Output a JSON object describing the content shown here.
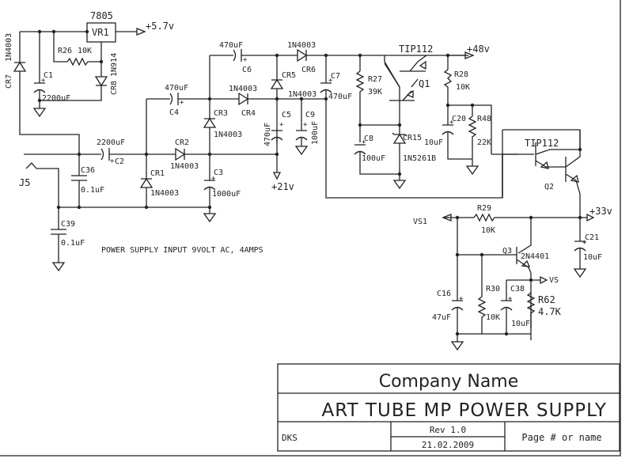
{
  "components": {
    "vr1": {
      "ref": "VR1",
      "part": "7805"
    },
    "r26": {
      "ref": "R26",
      "value": "10K"
    },
    "cr7": {
      "ref": "CR7",
      "part": "1N4003"
    },
    "cr8": {
      "ref": "CR8",
      "part": "1N914"
    },
    "c1": {
      "ref": "C1",
      "value": "2200uF"
    },
    "c4": {
      "ref": "C4",
      "value": "470uF"
    },
    "c6": {
      "ref": "C6",
      "value": "470uF"
    },
    "cr6": {
      "ref": "CR6",
      "part": "1N4003"
    },
    "cr5": {
      "ref": "CR5",
      "part": "1N4003"
    },
    "cr4": {
      "ref": "CR4",
      "part": "1N4003"
    },
    "cr3": {
      "ref": "CR3",
      "part": "1N4003"
    },
    "c7": {
      "ref": "C7",
      "value": "470uF"
    },
    "c5": {
      "ref": "C5",
      "value": "470uF"
    },
    "c9": {
      "ref": "C9",
      "value": "100uF"
    },
    "c2": {
      "ref": "C2",
      "value": "2200uF"
    },
    "cr2": {
      "ref": "CR2",
      "part": "1N4003"
    },
    "cr1": {
      "ref": "CR1",
      "part": "1N4003"
    },
    "c3": {
      "ref": "C3",
      "value": "1000uF"
    },
    "c36": {
      "ref": "C36",
      "value": "0.1uF"
    },
    "c39": {
      "ref": "C39",
      "value": "0.1uF"
    },
    "j5": {
      "ref": "J5"
    },
    "q1": {
      "ref": "Q1",
      "part": "TIP112"
    },
    "r27": {
      "ref": "R27",
      "value": "39K"
    },
    "c8": {
      "ref": "C8",
      "value": "100uF"
    },
    "cr15": {
      "ref": "CR15",
      "part": "1N5261B"
    },
    "r28": {
      "ref": "R28",
      "value": "10K"
    },
    "c20": {
      "ref": "C20",
      "value": "10uF"
    },
    "r48": {
      "ref": "R48",
      "value": "22K"
    },
    "q2": {
      "ref": "Q2",
      "part": "TIP112"
    },
    "r29": {
      "ref": "R29",
      "value": "10K"
    },
    "c21": {
      "ref": "C21",
      "value": "10uF"
    },
    "q3": {
      "ref": "Q3",
      "part": "2N4401"
    },
    "c16": {
      "ref": "C16",
      "value": "47uF"
    },
    "r30": {
      "ref": "R30",
      "value": "10K"
    },
    "c38": {
      "ref": "C38",
      "value": "10uF"
    },
    "r62": {
      "ref": "R62",
      "value": "4.7K"
    }
  },
  "nets": {
    "v5_7": "+5.7v",
    "v48": "+48v",
    "v21": "+21v",
    "v33": "+33v",
    "vs1": "VS1",
    "vs": "VS"
  },
  "note": "POWER SUPPLY INPUT 9VOLT AC, 4AMPS",
  "title_block": {
    "company": "Company Name",
    "title": "ART TUBE MP POWER SUPPLY",
    "author": "DKS",
    "revision": "Rev 1.0",
    "date": "21.02.2009",
    "page": "Page # or name"
  }
}
